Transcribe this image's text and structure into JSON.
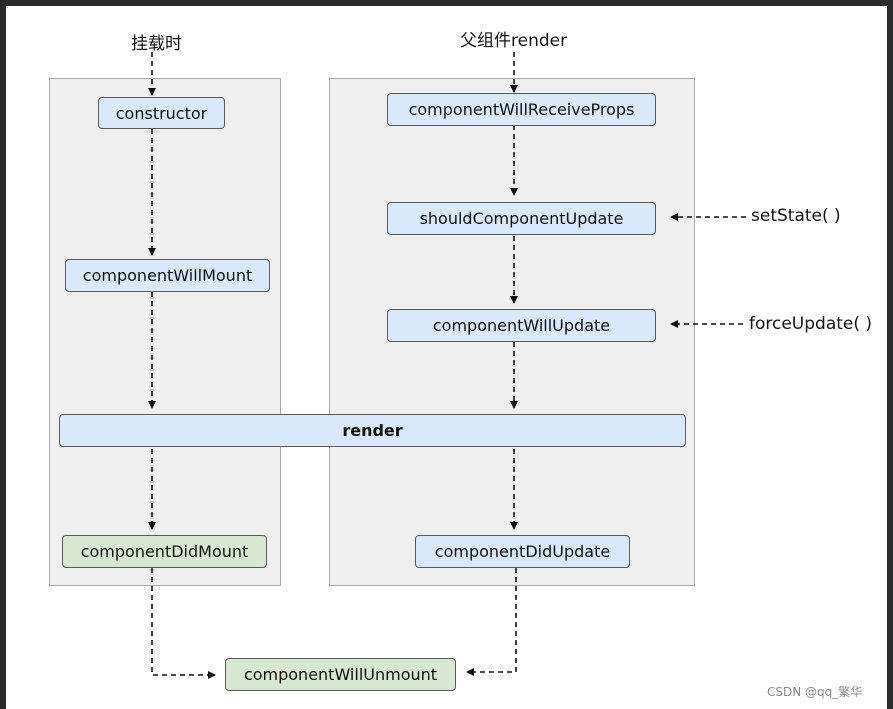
{
  "titles": {
    "mount": "挂载时",
    "update": "父组件render"
  },
  "nodes": {
    "constructor": "constructor",
    "componentWillMount": "componentWillMount",
    "componentWillReceiveProps": "componentWillReceiveProps",
    "shouldComponentUpdate": "shouldComponentUpdate",
    "componentWillUpdate": "componentWillUpdate",
    "render": "render",
    "componentDidMount": "componentDidMount",
    "componentDidUpdate": "componentDidUpdate",
    "componentWillUnmount": "componentWillUnmount"
  },
  "triggers": {
    "setState": "setState( )",
    "forceUpdate": "forceUpdate( )"
  },
  "colors": {
    "lifecycle_box": "#dae8fc",
    "did_box": "#d8e7d2",
    "group_panel": "#efefef"
  },
  "credit": "CSDN @qq_繁华"
}
